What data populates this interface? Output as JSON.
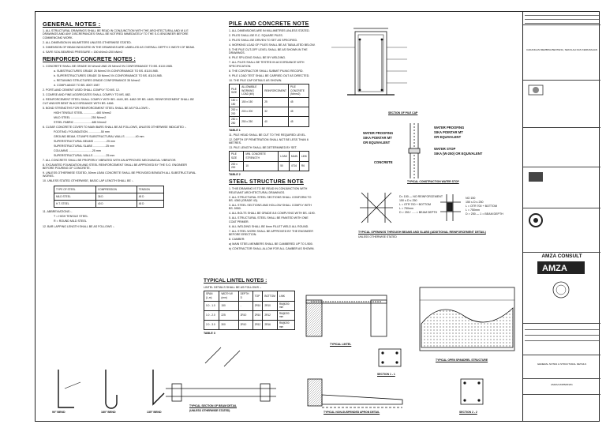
{
  "general": {
    "title": "GENERAL NOTES :",
    "items": [
      "1. ALL STRUCTURAL DRAWINGS SHALL BE READ IN CONJUNCTION WITH THE ARCHITECTURAL AND M & E DRAWINGS AND ANY DISCREPANCIES SHALL BE NOTIFIED IMMEDIATELY TO THE S.O./ENGINEER BEFORE COMMENCING WORK.",
      "2. ALL DIMENSION IN MILIMETERS UNLESS OTHERWISE STATED.",
      "3. DIMENSION OF BEAM INDICATED IN THE DRAWINGS ARE LABELLED AS OVERALL DEPTH X WIDTH OF BEAM.",
      "4. SAFE SOIL BEARING PRESSURE = 150 kN/m2=200 kN/m2"
    ]
  },
  "rc": {
    "title": "REINFORCED CONCRETE NOTES :",
    "items": [
      "1. CONCRETE SHALL BE GRADE 30 N/mm2 AND 25 N/mm2 IN CONFORMANCE TO BS. 8110:1985.",
      "a. SUBSTRUCTURES GRADE 25 N/mm2 IN CONFORMANCE TO BS. 8110:1985.",
      "b. SUPERSTRUCTURES GRADE 30 N/mm2 IN CONFORMANCE TO BS. 8110:1985.",
      "c. RETAINING STRUCTURES GRADE CONFORMANCE 35 N/mm2",
      "d. COMPLIANCE TO BS. 8007:1987",
      "2. PORTLAND CEMENT USED SHALL COMPLY TO MS. 12.",
      "3. COARSE AND FINE AGGREGATES SHALL COMPLY TO MS. 882.",
      "4. REINFORCEMENT STEEL SHALL COMPLY WITH BS. 4449, BS. 4482 OR BS. 4483. REINFORCEMENT SHALL BE CUT AND/OR BENT IN ACCORDANCE WITH BS. 4466.",
      "5. BOND STRENGTHS FOR REINFORCEMENT STEEL SHALL BE AS FOLLOWS :-",
      "HIGH TENSILE STEEL ................460 N/mm2",
      "MILD STEEL ..........................250 N/mm2",
      "STEEL FABRIC ......................485 N/mm2",
      "6. CLEAR CONCRETE COVER TO MAIN BARS SHALL BE AS FOLLOWS, UNLESS OTHERWISE INDICATED :-",
      "FOOTING / FOUNDATION ................50 mm",
      "GROUND BEAM, STUMPS SUBSTRUCTURAL WALLS .............40 mm",
      "SUPERSTRUCTURAL BEAMS ................25 mm",
      "SUPERSTRUCTURAL SLABS ................25 mm",
      "COLUMNS ..............................25 mm",
      "SUPERSTRUCTURAL WALLS ................25 mm",
      "7. ALL CONCRETE SHALL BE PROPERLY VIBRATED WITH AN APPROVED MECHANICAL VIBRATOR.",
      "8. EXCAVATED FOUNDATION AND STEEL REINFORCEMENT SHALL BE APPROVED BY THE S.O. ENGINEER BEFORE POURING OF CONCRETE.",
      "9. UNLESS OTHERWISE STATED, 50mm LEAN CONCRETE SHALL BE PROVIDED BENEATH ALL SUBSTRUCTURAL WORKS.",
      "10. UNLESS STATED OTHERWISE, BASIC LAP LENGTH SHALL BE :-"
    ],
    "lap_table": {
      "head": [
        "TYPE OF STEEL",
        "COMPRESSION",
        "TENSION"
      ],
      "rows": [
        [
          "MILD STEEL",
          "36 D",
          "45 D"
        ],
        [
          "H.T. STEEL",
          "40 D",
          "45 D"
        ]
      ]
    },
    "abbr_title": "11. ABBREVIATIONS :-",
    "abbr": [
      "T = HIGH TENSILE STEEL",
      "R = ROUND MILD STEEL"
    ],
    "bend_title": "12. BAR LAPPING LENGTH SHALL BE AS FOLLOWS :-",
    "bends": [
      "90° BEND",
      "180° BEND",
      "135° BEND"
    ]
  },
  "pile": {
    "title": "PILE AND CONCRETE NOTE",
    "items": [
      "1. ALL DIMENSIONS ARE IN MILLIMETRES UNLESS STATED.",
      "2. PILES SHALL BE R.C. SQUARE PILES.",
      "3. PILES SHALL BE DRIVEN TO SET AS SPECIFIED.",
      "4. WORKING LOAD OF PILES SHALL BE AS TABULATED BELOW.",
      "5. THE PILE CUT-OFF LEVEL SHALL BE AS SHOWN IN THE DRAWINGS.",
      "6. PILE SPLICING SHALL BE BY WELDING.",
      "7. ALL PILES SHALL BE TESTED IN ACCORDANCE WITH SPECIFICATION.",
      "8. THE CONTRACTOR SHALL SUBMIT PILING RECORD.",
      "9. PILE LOAD TEST SHALL BE CARRIED OUT AS DIRECTED.",
      "10. THE PILE CAP DETAILS AS SHOWN."
    ],
    "table1": {
      "head": [
        "PILE SIZE",
        "ALLOWABLE WORKING LOAD (kN)",
        "REINFORCEMENT",
        "PILE CONCRETE (N/mm2)"
      ],
      "rows": [
        [
          "150 x 150",
          "150 x 150",
          "25",
          "45"
        ],
        [
          "200 x 200",
          "200 x 200",
          "32",
          "45"
        ],
        [
          "250 x 250",
          "250 x 250",
          "40",
          "45"
        ]
      ]
    },
    "table1_label": "TABLE 1",
    "items2": [
      "11. PILE HEAD SHALL BE CUT TO THE REQUIRED LEVEL.",
      "12. DEPTH OF PENETRATION SHALL NOT BE LESS THAN 6 METRES.",
      "13. PILE LENGTH SHALL BE DETERMINED BY SET."
    ],
    "table2": {
      "head": [
        "PILE SIZE",
        "MIN. CONCRETE STRENGTH",
        "LOAD",
        "MAIN",
        "LINK"
      ],
      "rows": [
        [
          "200 x 200",
          "10",
          "50",
          "4T16",
          "R6"
        ]
      ]
    },
    "table2_label": "TABLE 2"
  },
  "steel": {
    "title": "STEEL STRUCTURE NOTE",
    "items": [
      "1. THIS DRAWING IS TO BE READ IN CONJUNCTION WITH RELEVANT ARCHITECTURAL DRAWINGS.",
      "2. ALL STRUCTURAL STEEL SECTIONS SHALL CONFORM TO BS. 4360 (GRADE 43).",
      "3. ALL STEEL SECTIONS AND HOLLOW SHALL COMPLY WITH BS. 5950.",
      "4. ALL BOLTS SHALL BE GRADE 8.8 COMPLYING WITH BS. 4190.",
      "5. ALL STRUCTURAL STEEL SHALL BE PAINTED WITH ONE COAT PRIMER.",
      "6. ALL WELDING SHALL BE 6mm FILLET WELD ALL ROUND.",
      "7. ALL STEEL WORK SHALL BE APPROVED BY THE ENGINEER BEFORE ERECTION.",
      "8. CAMBER:",
      "a) MAIN STEEL MEMBERS SHALL BE CAMBERED UP TO 1/500.",
      "b) CONTRACTOR SHALL ALLOW FOR ALL CAMBER AS SHOWN."
    ]
  },
  "lintel": {
    "title": "TYPICAL LINTEL NOTES :",
    "sub": "LINTEL DETAILS SHALL BE AS FOLLOWS :-",
    "head": [
      "SPAN (L,m)",
      "WIDTH W (mm)",
      "DEPTH D",
      "TOP",
      "BOTTOM",
      "LINK"
    ],
    "rows": [
      [
        "0.0 - 1.0",
        "150",
        "-",
        "2R10",
        "2R10",
        "R6@200 mm"
      ],
      [
        "1.0 - 2.0",
        "225",
        "2R10",
        "2R10",
        "2R12",
        "R6@200 mm"
      ],
      [
        "2.0 - 3.0",
        "300",
        "2R10",
        "2R12",
        "2R16",
        "R6@200 mm"
      ]
    ],
    "table_label": "TABLE 3"
  },
  "drawings": {
    "pile_section": "SECTION OF PILE CAP",
    "water_stop": "TYPICAL CONSTRUCTION WATER STOP",
    "wp_left1": "WATER PROOFING",
    "wp_left2": "SIKA POINTAR MT",
    "wp_left3": "OR EQUIVALENT",
    "concrete": "CONCRETE",
    "wp_right1": "WATER PROOFING",
    "wp_right2": "SIKA POINTAR MT",
    "wp_right3": "OR EQUIVALENT",
    "ws1": "WATER STOP",
    "ws2": "SIKA (W-250) OR EQUIVALENT",
    "opening": "TYPICAL OPENINGS THROUGH BEAMS AND SLABS (ADDITIONAL REINFORCEMENT DETAIL)",
    "opening2": "UNLESS OTHERWISE STATED",
    "lintel_cap": "TYPICAL LINTEL",
    "section1": "SECTION 1 - 1",
    "section2": "SECTION 2 - 2",
    "spandrel": "TYPICAL OPEN SPANDREL STRUCTURE",
    "beam_cap": "TYPICAL SECTION OF BEAM DETAIL",
    "beam_cap2": "(UNLESS OTHERWISE STATED)",
    "apron": "TYPICAL NON-SUSPENDED APRON DETAIL"
  },
  "titleblock": {
    "project": "CADANGAN MEMBINA BENTENG, SEKOLAH DAN KEMUDAHAN",
    "consultant": "AMZA CONSULT",
    "drawing_title": "GENERAL NOTES & STRUCTURAL DETAILS",
    "drawing_no": "AMZA/C/DPB/RN/01"
  }
}
